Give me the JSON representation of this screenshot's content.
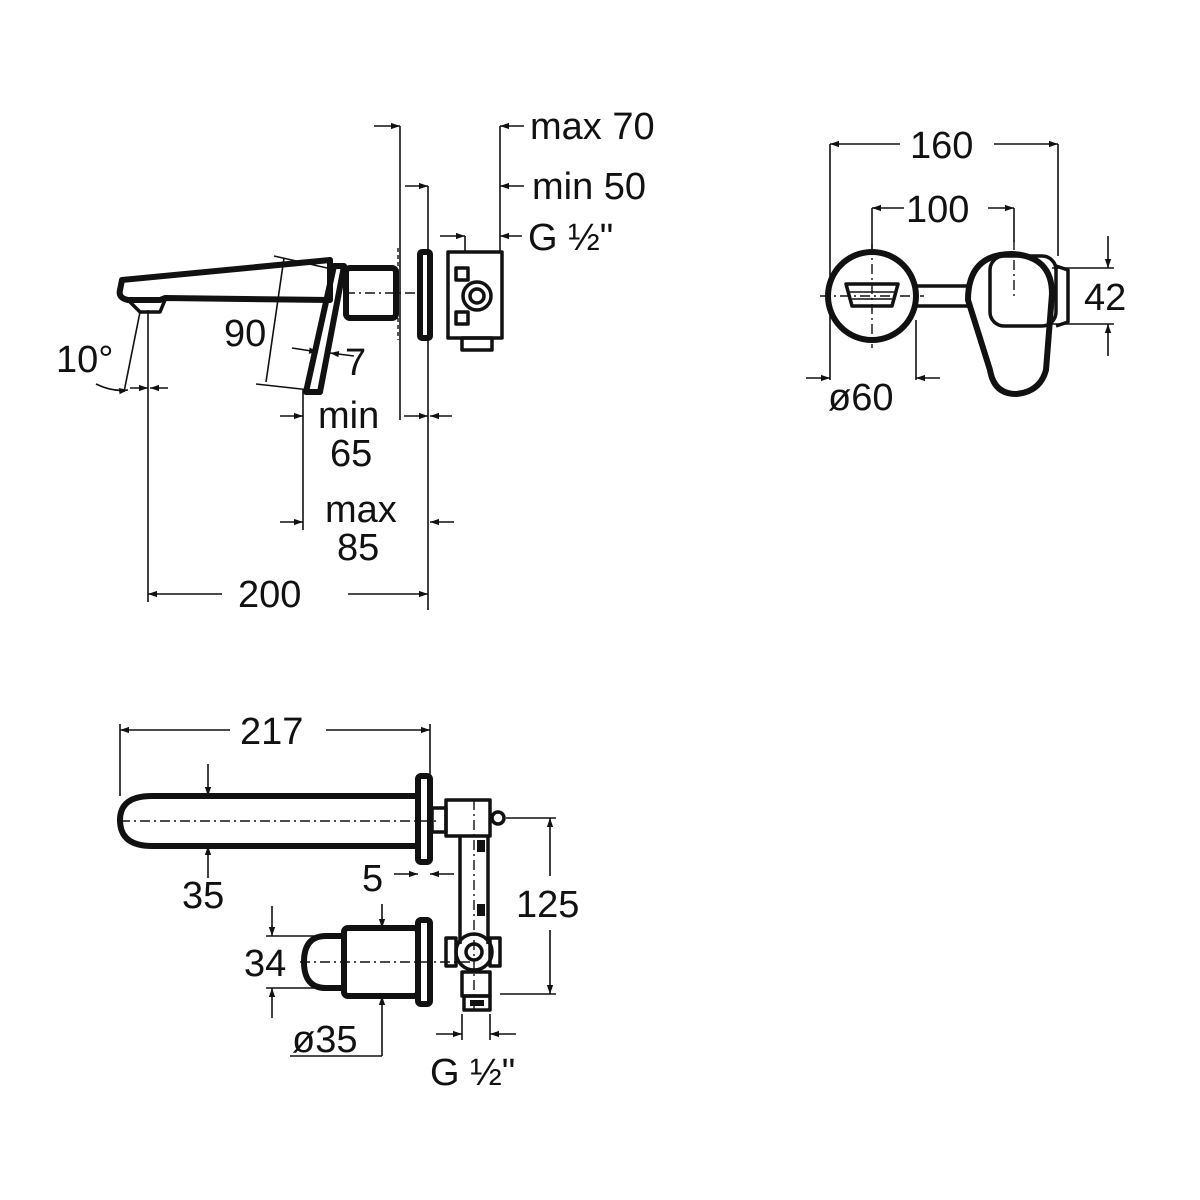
{
  "labels": {
    "side": {
      "max70": "max 70",
      "min50": "min 50",
      "thread": "G ½\"",
      "angle": "10°",
      "lever": "90",
      "seven": "7",
      "min_top": "min",
      "min_val": "65",
      "max_top": "max",
      "max_val": "85",
      "spout_len": "200"
    },
    "front": {
      "width": "160",
      "spacing": "100",
      "height": "42",
      "diameter": "ø60"
    },
    "top": {
      "length": "217",
      "spout_thick": "35",
      "gap": "5",
      "depth": "125",
      "body_h": "34",
      "body_d": "ø35",
      "thread": "G ½\""
    }
  }
}
